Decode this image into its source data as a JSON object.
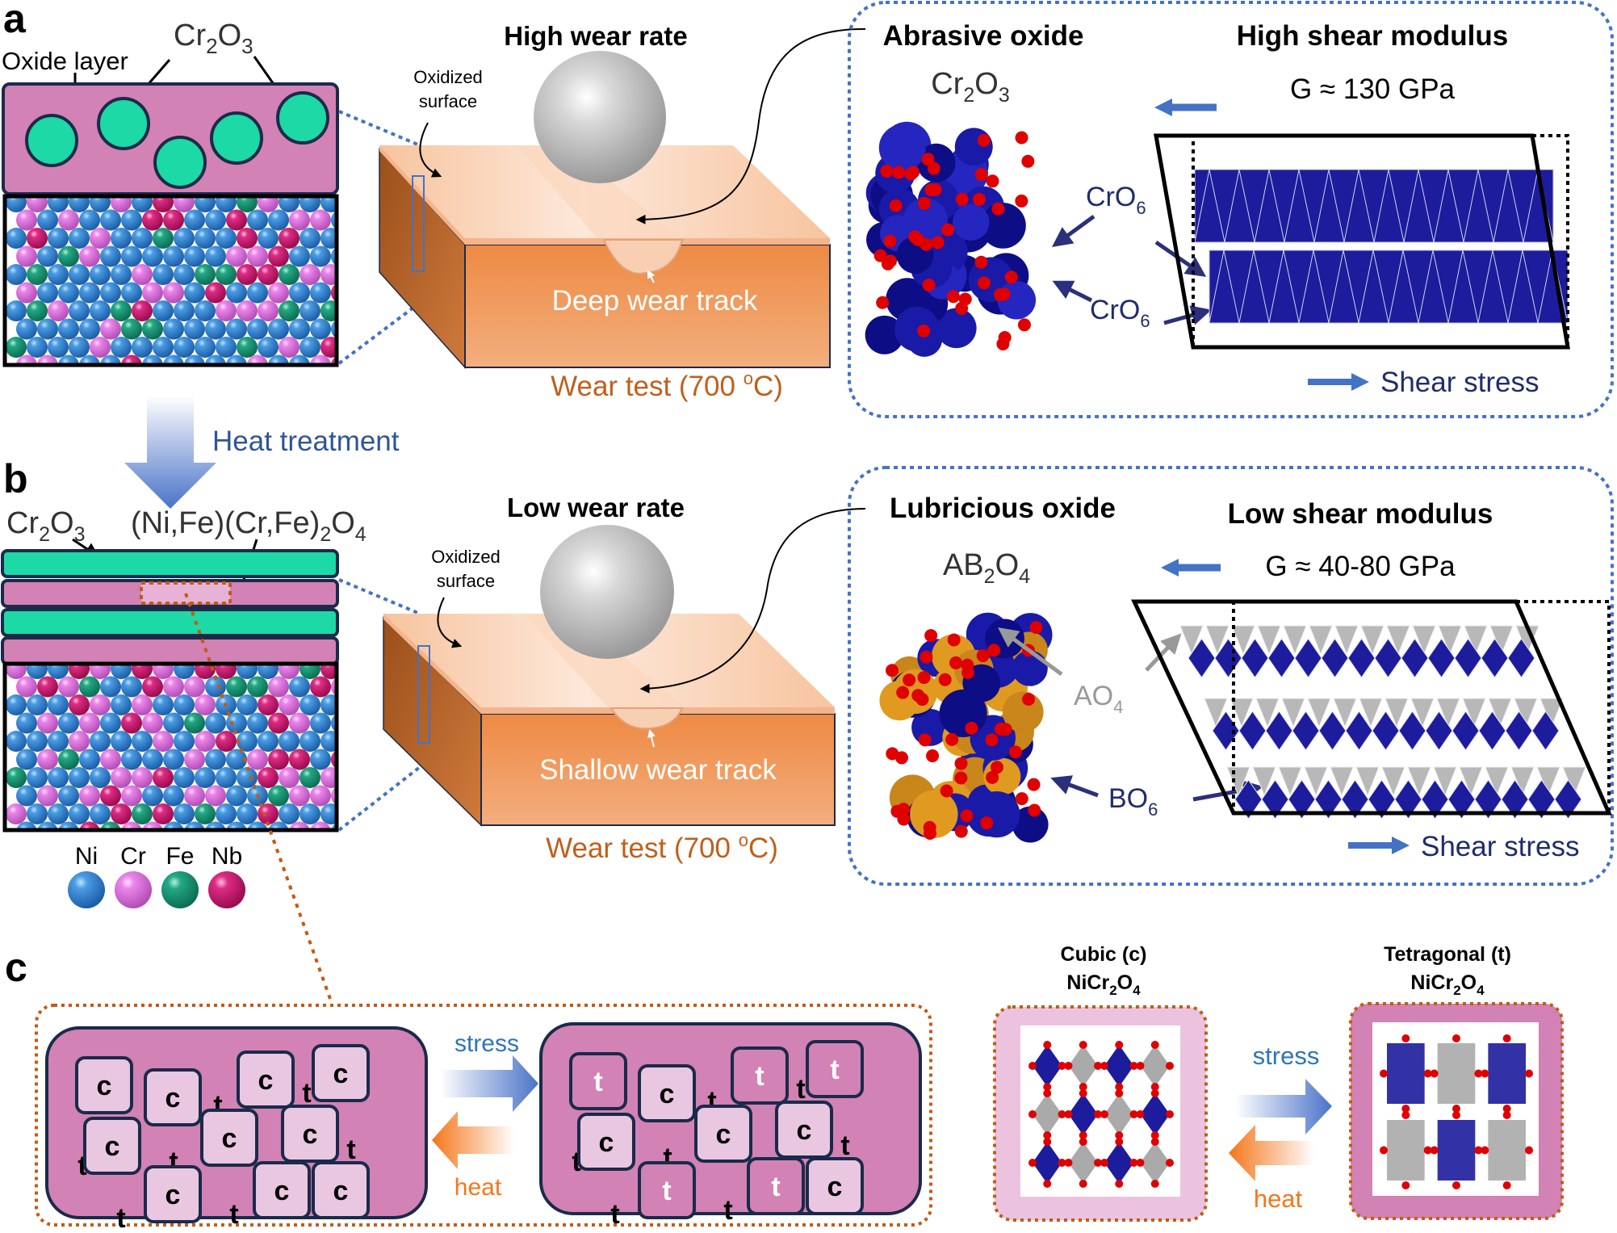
{
  "figure": {
    "panels": {
      "a": {
        "label": "a",
        "oxide_layer_label": "Oxide layer",
        "oxide_particles_label": {
          "base": "Cr",
          "sub1": "2",
          "mid": "O",
          "sub2": "3"
        },
        "wear_rate_title": "High wear rate",
        "oxidized_surface_label": [
          "Oxidized",
          "surface"
        ],
        "wear_track_label": "Deep wear track",
        "wear_test_label": {
          "text": "Wear test (700 ",
          "sup": "o",
          "tail": "C)"
        },
        "oxide_box": {
          "title": "Abrasive oxide",
          "formula": {
            "base": "Cr",
            "sub1": "2",
            "mid": "O",
            "sub2": "3"
          },
          "polyhedra_label": {
            "base": "CrO",
            "sub": "6"
          },
          "modulus_title": "High shear modulus",
          "modulus_value": "G ≈ 130 GPa",
          "shear_stress_label": "Shear stress"
        }
      },
      "transition": {
        "label": "Heat treatment"
      },
      "b": {
        "label": "b",
        "layer1_label": {
          "base": "Cr",
          "sub1": "2",
          "mid": "O",
          "sub2": "3"
        },
        "layer2_label": {
          "text": "(Ni,Fe)(Cr,Fe)",
          "sub1": "2",
          "mid": "O",
          "sub2": "4"
        },
        "wear_rate_title": "Low wear rate",
        "oxidized_surface_label": [
          "Oxidized",
          "surface"
        ],
        "wear_track_label": "Shallow wear track",
        "wear_test_label": {
          "text": "Wear test (700 ",
          "sup": "o",
          "tail": "C)"
        },
        "legend": [
          {
            "element": "Ni",
            "color": "#2e7fd0"
          },
          {
            "element": "Cr",
            "color": "#e070e0"
          },
          {
            "element": "Fe",
            "color": "#1d9a78"
          },
          {
            "element": "Nb",
            "color": "#d41f78"
          }
        ],
        "oxide_box": {
          "title": "Lubricious oxide",
          "formula": {
            "base": "AB",
            "sub1": "2",
            "mid": "O",
            "sub2": "4"
          },
          "tetra_label": {
            "base": "AO",
            "sub": "4"
          },
          "octa_label": {
            "base": "BO",
            "sub": "6"
          },
          "modulus_title": "Low shear modulus",
          "modulus_value": "G ≈ 40-80 GPa",
          "shear_stress_label": "Shear stress"
        }
      },
      "c": {
        "label": "c",
        "grain_states_before": [
          "c",
          "c",
          "t",
          "c",
          "t",
          "c",
          "t",
          "c",
          "t",
          "c",
          "c",
          "t",
          "t",
          "c",
          "t",
          "c",
          "c"
        ],
        "grain_states_after": [
          "t",
          "c",
          "t",
          "t",
          "t",
          "t",
          "t",
          "c",
          "t",
          "c",
          "c",
          "t",
          "t",
          "t",
          "t",
          "t",
          "c"
        ],
        "forward_label": "stress",
        "reverse_label": "heat",
        "cubic": {
          "title": "Cubic (c)",
          "formula": {
            "base": "NiCr",
            "sub1": "2",
            "mid": "O",
            "sub2": "4"
          }
        },
        "tetragonal": {
          "title": "Tetragonal (t)",
          "formula": {
            "base": "NiCr",
            "sub1": "2",
            "mid": "O",
            "sub2": "4"
          }
        }
      }
    },
    "colors": {
      "oxide_matrix": "#d282b4",
      "cr2o3": "#1dd9a5",
      "outline": "#1a2a4a",
      "block_front": "#f0914f",
      "block_top": "#f9cfae",
      "dotted_blue": "#4472c4",
      "dotted_orange": "#c55a11",
      "stress_blue": "#4472c4",
      "heat_orange": "#f5761a",
      "cr_octa": "#1c1c9c",
      "oxygen": "#e00000",
      "tetra_grey": "#b0b0b0",
      "a_site": "#e09a20"
    }
  }
}
